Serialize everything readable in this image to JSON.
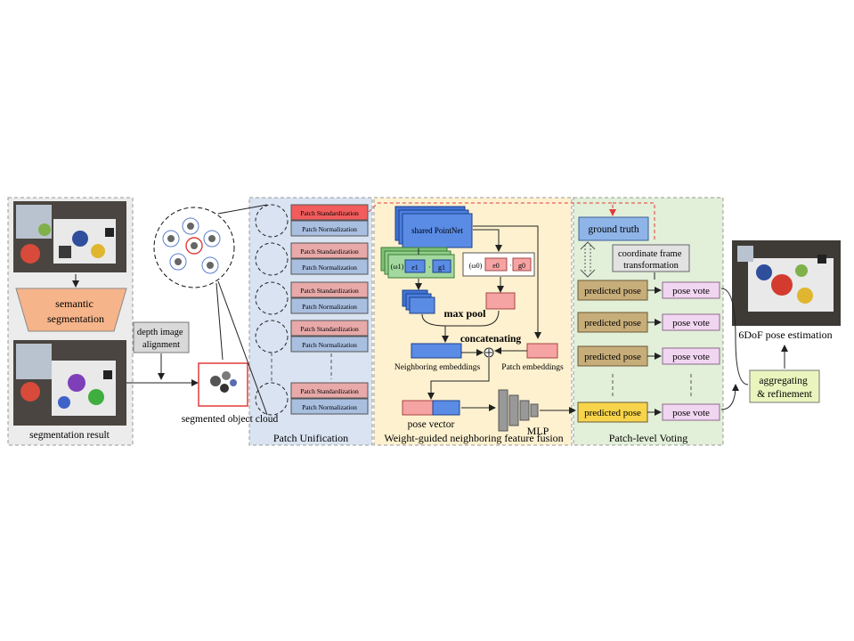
{
  "colors": {
    "panel_gray": "#ececec",
    "panel_blue": "#d9e3f1",
    "panel_yellow": "#fdf1cf",
    "panel_green": "#e2efd9",
    "accent_red": "#e23b3b",
    "seg_orange": "#f6b48a",
    "depth_gray": "#d9d9d9",
    "patch_std_red": "#f25c5c",
    "patch_std_pink": "#e8a9a9",
    "patch_norm_blue": "#a9bfe0",
    "pointnet_blue": "#5a8ce6",
    "embed_green": "#9fd69a",
    "embed_pink": "#f6a3a3",
    "gt_blue": "#8fb5e8",
    "pred_tan": "#c7ad7a",
    "pred_yellow": "#f7d44a",
    "vote_pink": "#f1d6f1",
    "agg_green": "#e9f5bd"
  },
  "segmentation": {
    "semantic_label": "semantic\nsegmentation",
    "result_label": "segmentation result",
    "depth_label": "depth image\nalignment",
    "object_cloud_label": "segmented object cloud"
  },
  "patch_unification": {
    "title": "Patch Unification",
    "std_label": "Patch Standardization",
    "norm_label": "Patch Normalization"
  },
  "fusion": {
    "title": "Weight-guided neighboring feature fusion",
    "shared_pointnet": "shared PointNet",
    "w1": "(ω1)",
    "wo": "(ω0)",
    "e1": "e1",
    "g1": "g1",
    "e0": "e0",
    "g0": "g0",
    "max_pool": "max pool",
    "concatenating": "concatenating",
    "neighboring_embeddings": "Neighboring embeddings",
    "patch_embeddings": "Patch embeddings",
    "pose_vector": "pose vector",
    "mlp": "MLP"
  },
  "voting": {
    "title": "Patch-level Voting",
    "ground_truth": "ground truth",
    "coord_transform": "coordinate frame\ntransformation",
    "predicted_pose": "predicted pose",
    "pose_vote": "pose vote"
  },
  "output": {
    "aggregating": "aggregating\n& refinement",
    "estimation_label": "6DoF pose estimation"
  }
}
